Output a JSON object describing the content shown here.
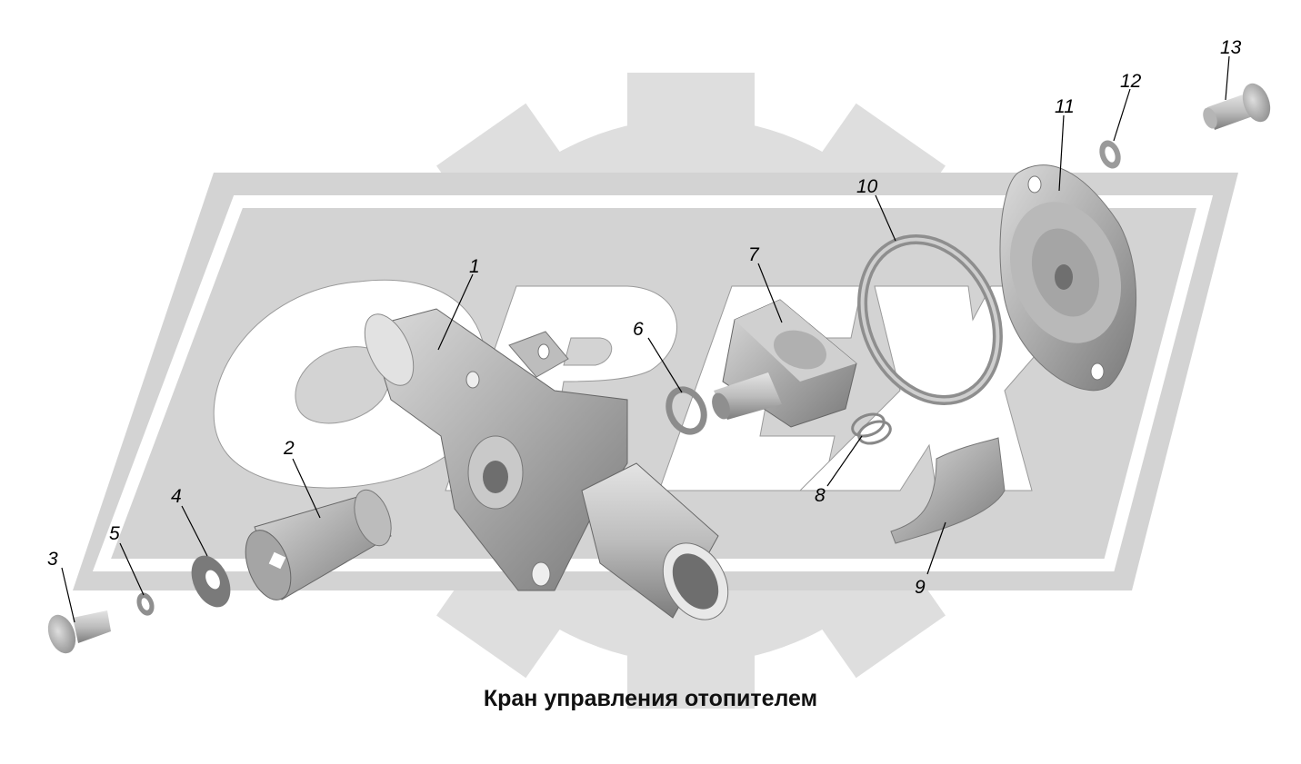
{
  "caption": "Кран управления отопителем",
  "watermark": {
    "text": "ОРЕХ",
    "colors": {
      "gear": "#dedede",
      "band": "#d3d3d3",
      "letters": "#ffffff"
    }
  },
  "part_numbers": {
    "p1": "1",
    "p2": "2",
    "p3": "3",
    "p4": "4",
    "p5": "5",
    "p6": "6",
    "p7": "7",
    "p8": "8",
    "p9": "9",
    "p10": "10",
    "p11": "11",
    "p12": "12",
    "p13": "13"
  },
  "colors": {
    "part_fill": "#c8c8c8",
    "part_shade": "#8a8a8a",
    "part_dark": "#5a5a5a",
    "part_light": "#e6e6e6"
  }
}
